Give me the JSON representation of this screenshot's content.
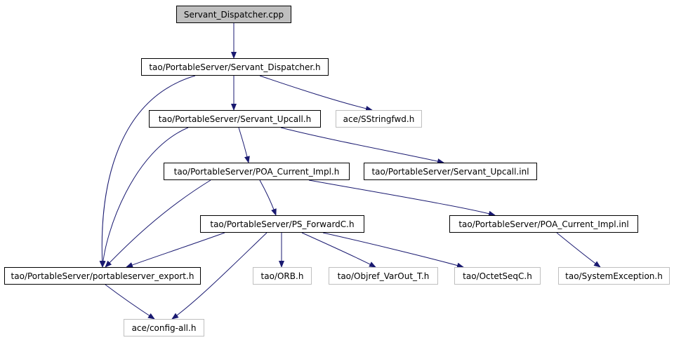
{
  "nodes": {
    "root": "Servant_Dispatcher.cpp",
    "dispatcher_h": "tao/PortableServer/Servant_Dispatcher.h",
    "sstringfwd_h": "ace/SStringfwd.h",
    "upcall_h": "tao/PortableServer/Servant_Upcall.h",
    "poa_current_h": "tao/PortableServer/POA_Current_Impl.h",
    "upcall_inl": "tao/PortableServer/Servant_Upcall.inl",
    "ps_forwardc_h": "tao/PortableServer/PS_ForwardC.h",
    "poa_current_inl": "tao/PortableServer/POA_Current_Impl.inl",
    "export_h": "tao/PortableServer/portableserver_export.h",
    "orb_h": "tao/ORB.h",
    "objref_h": "tao/Objref_VarOut_T.h",
    "octetseq_h": "tao/OctetSeqC.h",
    "sysexc_h": "tao/SystemException.h",
    "config_all_h": "ace/config-all.h"
  },
  "colors": {
    "edge": "#191970",
    "root_fill": "#bfbfbf",
    "node_border": "#000000",
    "external_border": "#bfbfbf"
  }
}
